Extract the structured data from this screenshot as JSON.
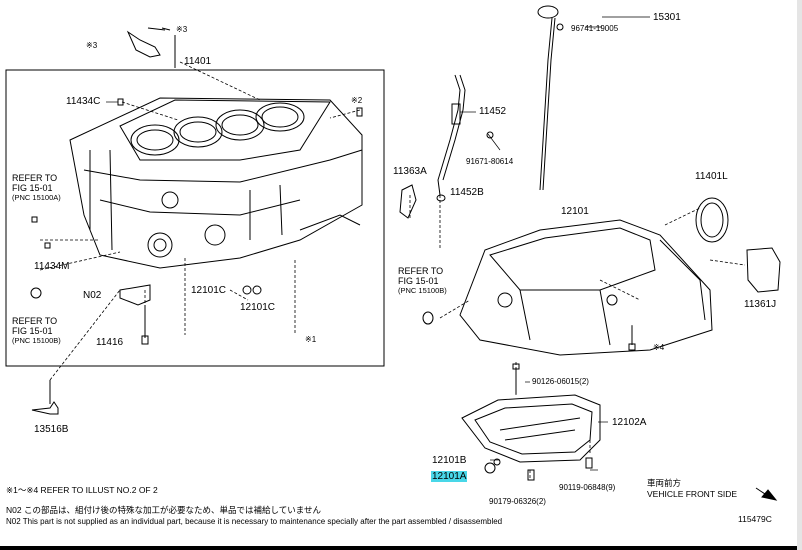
{
  "parts": {
    "p15301": "15301",
    "p96741": "96741-19005",
    "p11401": "11401",
    "p11434c": "11434C",
    "p11452": "11452",
    "p91671": "91671-80614",
    "p11363a": "11363A",
    "p11452b": "11452B",
    "p11401l": "11401L",
    "p12101": "12101",
    "p11434m": "11434M",
    "pN02": "N02",
    "p12101c_a": "12101C",
    "p12101c_b": "12101C",
    "p11416": "11416",
    "p11361j": "11361J",
    "p90126": "90126-06015(2)",
    "p13516b": "13516B",
    "p12102a": "12102A",
    "p12101b": "12101B",
    "p12101a": "12101A",
    "p90119": "90119-06848(9)",
    "p90179": "90179-06326(2)",
    "m3a": "※3",
    "m3b": "※3",
    "m2": "※2",
    "m1": "※1",
    "m4": "※4"
  },
  "refs": {
    "left_top": {
      "line1": "REFER TO",
      "line2": "FIG 15-01",
      "line3": "(PNC 15100A)"
    },
    "left_bottom": {
      "line1": "REFER TO",
      "line2": "FIG 15-01",
      "line3": "(PNC 15100B)"
    },
    "mid": {
      "line1": "REFER TO",
      "line2": "FIG 15-01",
      "line3": "(PNC 15100B)"
    }
  },
  "vehicle": {
    "jp": "車両前方",
    "en": "VEHICLE FRONT SIDE"
  },
  "notes": {
    "ref_note": "※1～※4 REFER TO ILLUST NO.2 OF 2",
    "n02_jp": "N02 この部品は、組付け後の特殊な加工が必要なため、単品では補給していません",
    "n02_en": "N02 This part is not supplied as an individual part, because it is necessary to maintenance specially after the part assembled / disassembled",
    "fig_code": "115479C"
  }
}
